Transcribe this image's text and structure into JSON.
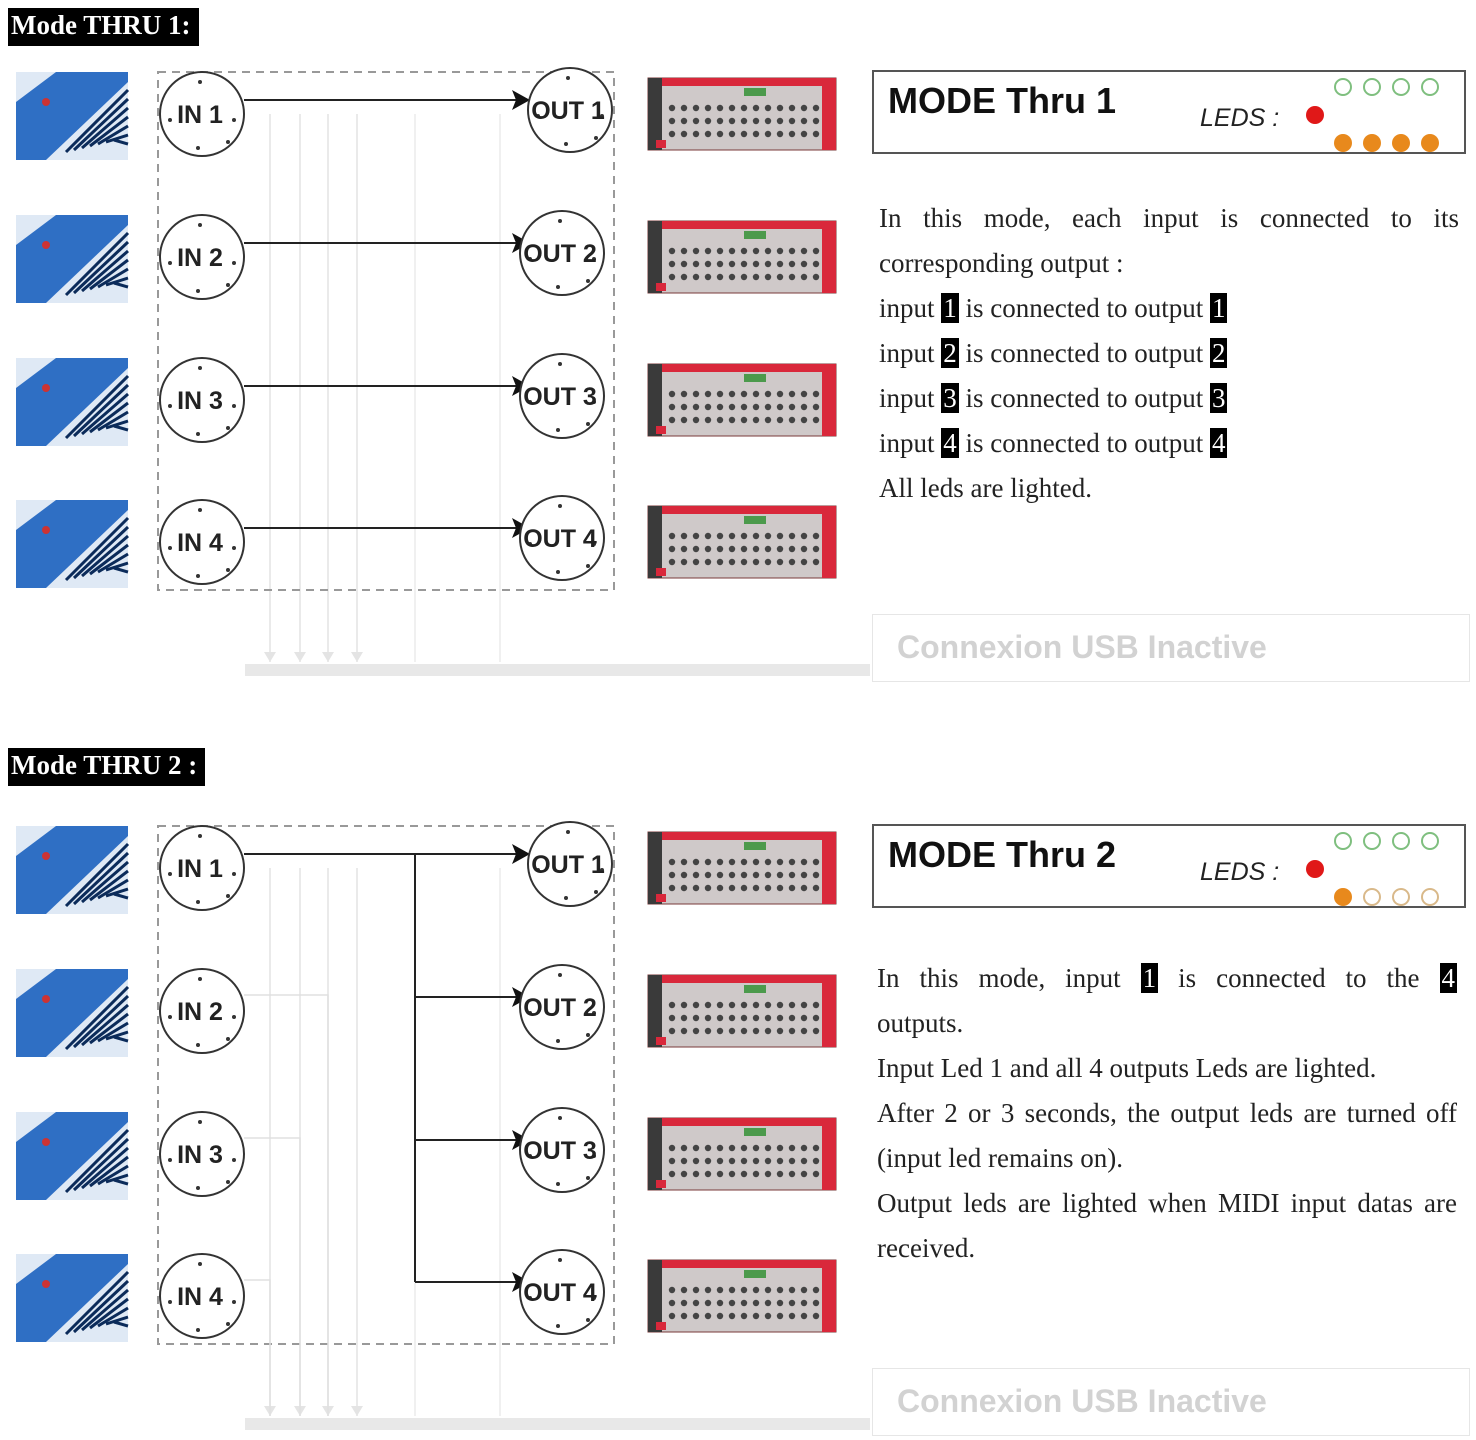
{
  "sections": [
    {
      "title": "Mode THRU 1:",
      "box_title": "MODE Thru 1",
      "leds_label": "LEDS :",
      "input_led": "on",
      "output_leds_top": [
        "off",
        "off",
        "off",
        "off"
      ],
      "output_leds_bottom": [
        "on",
        "on",
        "on",
        "on"
      ],
      "usb_label": "Connexion USB Inactive",
      "inputs": [
        "IN 1",
        "IN 2",
        "IN 3",
        "IN 4"
      ],
      "outputs": [
        "OUT 1",
        "OUT 2",
        "OUT 3",
        "OUT 4"
      ],
      "routing": "each input to its corresponding output",
      "desc": {
        "intro": "In this mode, each input is connected to its",
        "intro2": "corresponding output :",
        "lines": [
          {
            "pre": "input ",
            "a": "1",
            "mid": " is connected to output ",
            "b": "1"
          },
          {
            "pre": "input ",
            "a": "2",
            "mid": " is connected to output ",
            "b": "2"
          },
          {
            "pre": "input ",
            "a": "3",
            "mid": " is connected to output ",
            "b": "3"
          },
          {
            "pre": "input ",
            "a": "4",
            "mid": " is connected to output ",
            "b": "4"
          }
        ],
        "outro": "All leds are lighted."
      }
    },
    {
      "title": "Mode THRU 2 :",
      "box_title": "MODE Thru 2",
      "leds_label": "LEDS :",
      "input_led": "on",
      "output_leds_top": [
        "off",
        "off",
        "off",
        "off"
      ],
      "output_leds_bottom": [
        "on",
        "off",
        "off",
        "off"
      ],
      "usb_label": "Connexion USB Inactive",
      "inputs": [
        "IN 1",
        "IN 2",
        "IN 3",
        "IN 4"
      ],
      "outputs": [
        "OUT 1",
        "OUT 2",
        "OUT 3",
        "OUT 4"
      ],
      "routing": "input 1 to all 4 outputs",
      "desc": {
        "l1a": "In this mode, input",
        "l1b": "1",
        "l1c": "is connected to the",
        "l1d": "4",
        "l2": "outputs.",
        "p2": "Input Led 1 and all 4 outputs Leds are lighted.",
        "p3": "After 2 or 3 seconds, the output leds are turned off (input led remains on).",
        "p4": "Output leds are lighted when MIDI input datas are received."
      }
    }
  ],
  "colors": {
    "keyboard_blue": "#2f6fc4",
    "rack_red": "#d9283b",
    "led_red": "#e01818",
    "led_orange": "#e8891c",
    "led_off_green": "#7fbf7f"
  }
}
